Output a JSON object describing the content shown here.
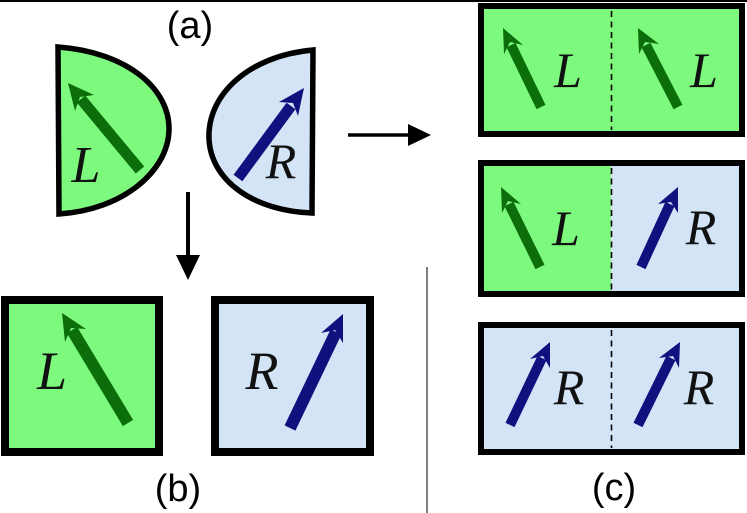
{
  "figure": {
    "title": "spin-separation-schematic",
    "colors": {
      "green_fill": "#7DFA7D",
      "blue_fill": "#D2E4F6",
      "green_arrow": "#0B6E0B",
      "blue_arrow": "#10107E",
      "outline": "#000000",
      "divider_line": "#555555",
      "dashed_line": "#000000"
    },
    "panel_a": {
      "label": "(a)",
      "left_half_disk": {
        "spin": "L",
        "arrow_direction": "up-left"
      },
      "right_half_disk": {
        "spin": "R",
        "arrow_direction": "up-right"
      }
    },
    "panel_b": {
      "label": "(b)",
      "left_square": {
        "spin": "L",
        "arrow_direction": "up-left"
      },
      "right_square": {
        "spin": "R",
        "arrow_direction": "up-right"
      }
    },
    "panel_c": {
      "label": "(c)",
      "rows": [
        {
          "left": {
            "spin": "L",
            "arrow_direction": "up-left"
          },
          "right": {
            "spin": "L",
            "arrow_direction": "up-left"
          }
        },
        {
          "left": {
            "spin": "L",
            "arrow_direction": "up-left"
          },
          "right": {
            "spin": "R",
            "arrow_direction": "up-right"
          }
        },
        {
          "left": {
            "spin": "R",
            "arrow_direction": "up-right"
          },
          "right": {
            "spin": "R",
            "arrow_direction": "up-right"
          }
        }
      ]
    }
  }
}
